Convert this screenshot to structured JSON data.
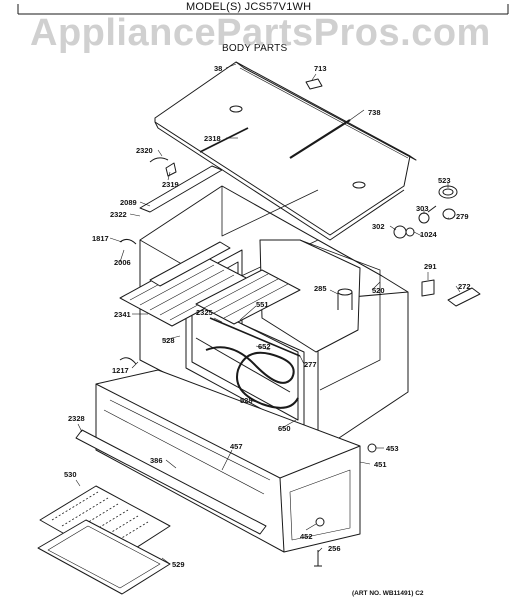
{
  "header": {
    "model_title": "MODEL(S) JCS57V1WH",
    "section_title": "BODY PARTS"
  },
  "watermark": "AppliancePartsPros.com",
  "footer": {
    "art_number": "(ART NO. WB11491) C2"
  },
  "part_labels": [
    "38",
    "713",
    "738",
    "2318",
    "2320",
    "2319",
    "523",
    "2089",
    "303",
    "279",
    "2322",
    "302",
    "1024",
    "1817",
    "2006",
    "291",
    "272",
    "285",
    "520",
    "551",
    "2341",
    "2325",
    "652",
    "528",
    "277",
    "1217",
    "528",
    "650",
    "2328",
    "457",
    "453",
    "386",
    "451",
    "530",
    "452",
    "256",
    "529"
  ],
  "colors": {
    "line": "#1a1a1a",
    "watermark": "#aaaaaa",
    "background": "#ffffff"
  }
}
